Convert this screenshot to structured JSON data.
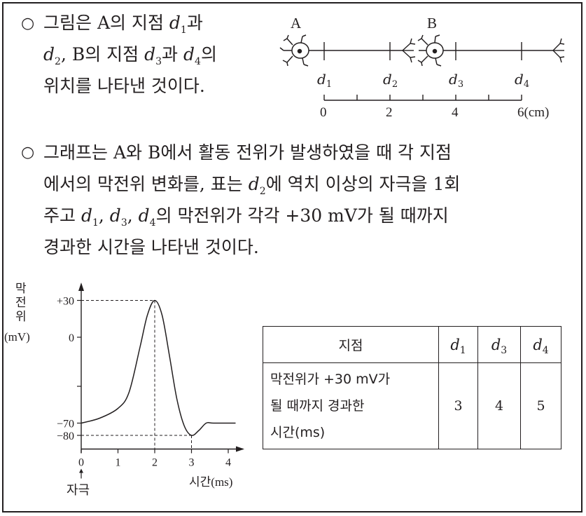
{
  "intro": {
    "bullet": "○",
    "line1": "그림은 A의 지점 ",
    "d1": "d",
    "d1_sub": "1",
    "line1_end": "과",
    "d2": "d",
    "d2_sub": "2",
    "line2_mid": ", B의 지점 ",
    "d3": "d",
    "d3_sub": "3",
    "line2_mid2": "과 ",
    "d4": "d",
    "d4_sub": "4",
    "line2_end": "의",
    "line3": "위치를 나타낸 것이다."
  },
  "figure": {
    "neuron_a_label": "A",
    "neuron_b_label": "B",
    "points": [
      "d1",
      "d2",
      "d3",
      "d4"
    ],
    "point_letter": "d",
    "point_subs": [
      "1",
      "2",
      "3",
      "4"
    ],
    "scale_ticks": [
      "0",
      "2",
      "4",
      "6(cm)"
    ]
  },
  "description": {
    "bullet": "○",
    "line1": "그래프는 A와 B에서 활동 전위가 발생하였을 때 각 지점",
    "line2_a": "에서의 막전위 변화를, 표는 ",
    "line2_d": "d",
    "line2_sub": "2",
    "line2_b": "에 역치 이상의 자극을 1회",
    "line3_a": "주고 ",
    "line3_d1": "d",
    "line3_s1": "1",
    "line3_c1": ", ",
    "line3_d3": "d",
    "line3_s3": "3",
    "line3_c2": ", ",
    "line3_d4": "d",
    "line3_s4": "4",
    "line3_b": "의 막전위가 각각 +30 mV가 될 때까지",
    "line4": "경과한 시간을 나타낸 것이다."
  },
  "graph": {
    "y_label_chars": [
      "막",
      "전",
      "위"
    ],
    "y_unit": "(mV)",
    "y_ticks": [
      "+30",
      "0",
      "−70",
      "−80"
    ],
    "x_ticks": [
      "0",
      "1",
      "2",
      "3",
      "4"
    ],
    "x_label": "시간(ms)",
    "stimulus_label": "자극"
  },
  "chart_data": {
    "type": "line",
    "xlabel": "시간(ms)",
    "ylabel": "막전위(mV)",
    "xlim": [
      0,
      4.2
    ],
    "ylim": [
      -90,
      40
    ],
    "x_ticks": [
      0,
      1,
      2,
      3,
      4
    ],
    "y_ticks": [
      30,
      0,
      -70,
      -80
    ],
    "series": [
      {
        "x": [
          0,
          0.5,
          1.0,
          1.3,
          1.6,
          1.8,
          2.0,
          2.2,
          2.4,
          2.6,
          2.8,
          3.0,
          3.2,
          3.4,
          3.6,
          4.2
        ],
        "y": [
          -70,
          -66,
          -58,
          -45,
          -8,
          18,
          30,
          18,
          -15,
          -50,
          -72,
          -80,
          -76,
          -70,
          -70,
          -70
        ]
      }
    ],
    "annotations": [
      "+30 at 2 ms",
      "−80 at 3 ms",
      "자극 at 0 ms"
    ]
  },
  "table": {
    "header": [
      "지점",
      "d1",
      "d3",
      "d4"
    ],
    "header_letter": "d",
    "header_subs": [
      "1",
      "3",
      "4"
    ],
    "row_label": [
      "막전위가 +30 mV가",
      "될 때까지 경과한",
      "시간(ms)"
    ],
    "values": [
      "3",
      "4",
      "5"
    ]
  }
}
